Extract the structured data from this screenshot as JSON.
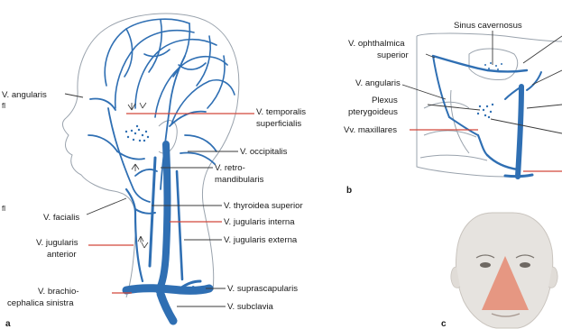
{
  "panels": {
    "a": "a",
    "b": "b",
    "c": "c"
  },
  "margin_marks": {
    "top": "fl",
    "bottom": "fl"
  },
  "colors": {
    "vein": "#2f6fb3",
    "leader_red": "#d2473a",
    "leader_dark": "#3a3a3a",
    "skin": "#e6e3df",
    "triangle": "#e58a72"
  },
  "labels_a": {
    "angularis": "V. angularis",
    "temporalis_1": "V. temporalis",
    "temporalis_2": "superficialis",
    "occipitalis": "V. occipitalis",
    "retro_1": "V. retro-",
    "retro_2": "mandibularis",
    "facialis": "V. facialis",
    "thyroidea": "V. thyroidea superior",
    "jug_interna": "V. jugularis interna",
    "jug_ant_1": "V. jugularis",
    "jug_ant_2": "anterior",
    "jug_externa": "V. jugularis externa",
    "brachio_1": "V. brachio-",
    "brachio_2": "cephalica sinistra",
    "suprascap": "V. suprascapularis",
    "subclavia": "V. subclavia"
  },
  "labels_b": {
    "sinus": "Sinus cavernosus",
    "ophth_1": "V. ophthalmica",
    "ophth_2": "superior",
    "angularis": "V. angularis",
    "plexus_1": "Plexus",
    "plexus_2": "pterygoideus",
    "maxillares": "Vv. maxillares"
  }
}
